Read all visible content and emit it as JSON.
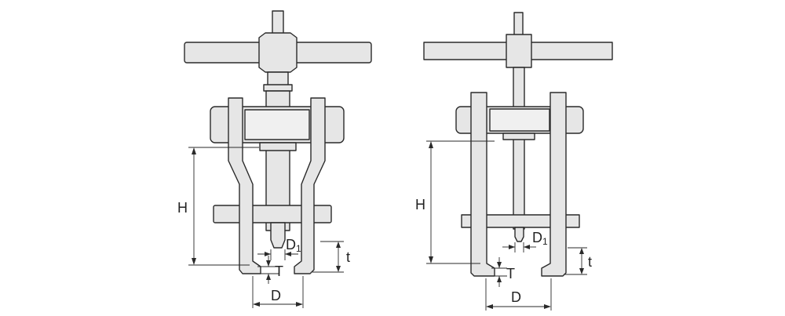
{
  "diagrams": [
    {
      "name": "left-puller",
      "labels": {
        "H": "H",
        "D1": "D",
        "D1_sub": "1",
        "T": "T",
        "t": "t",
        "D": "D"
      }
    },
    {
      "name": "right-puller",
      "labels": {
        "H": "H",
        "D1": "D",
        "D1_sub": "1",
        "T": "T",
        "t": "t",
        "D": "D"
      }
    }
  ]
}
